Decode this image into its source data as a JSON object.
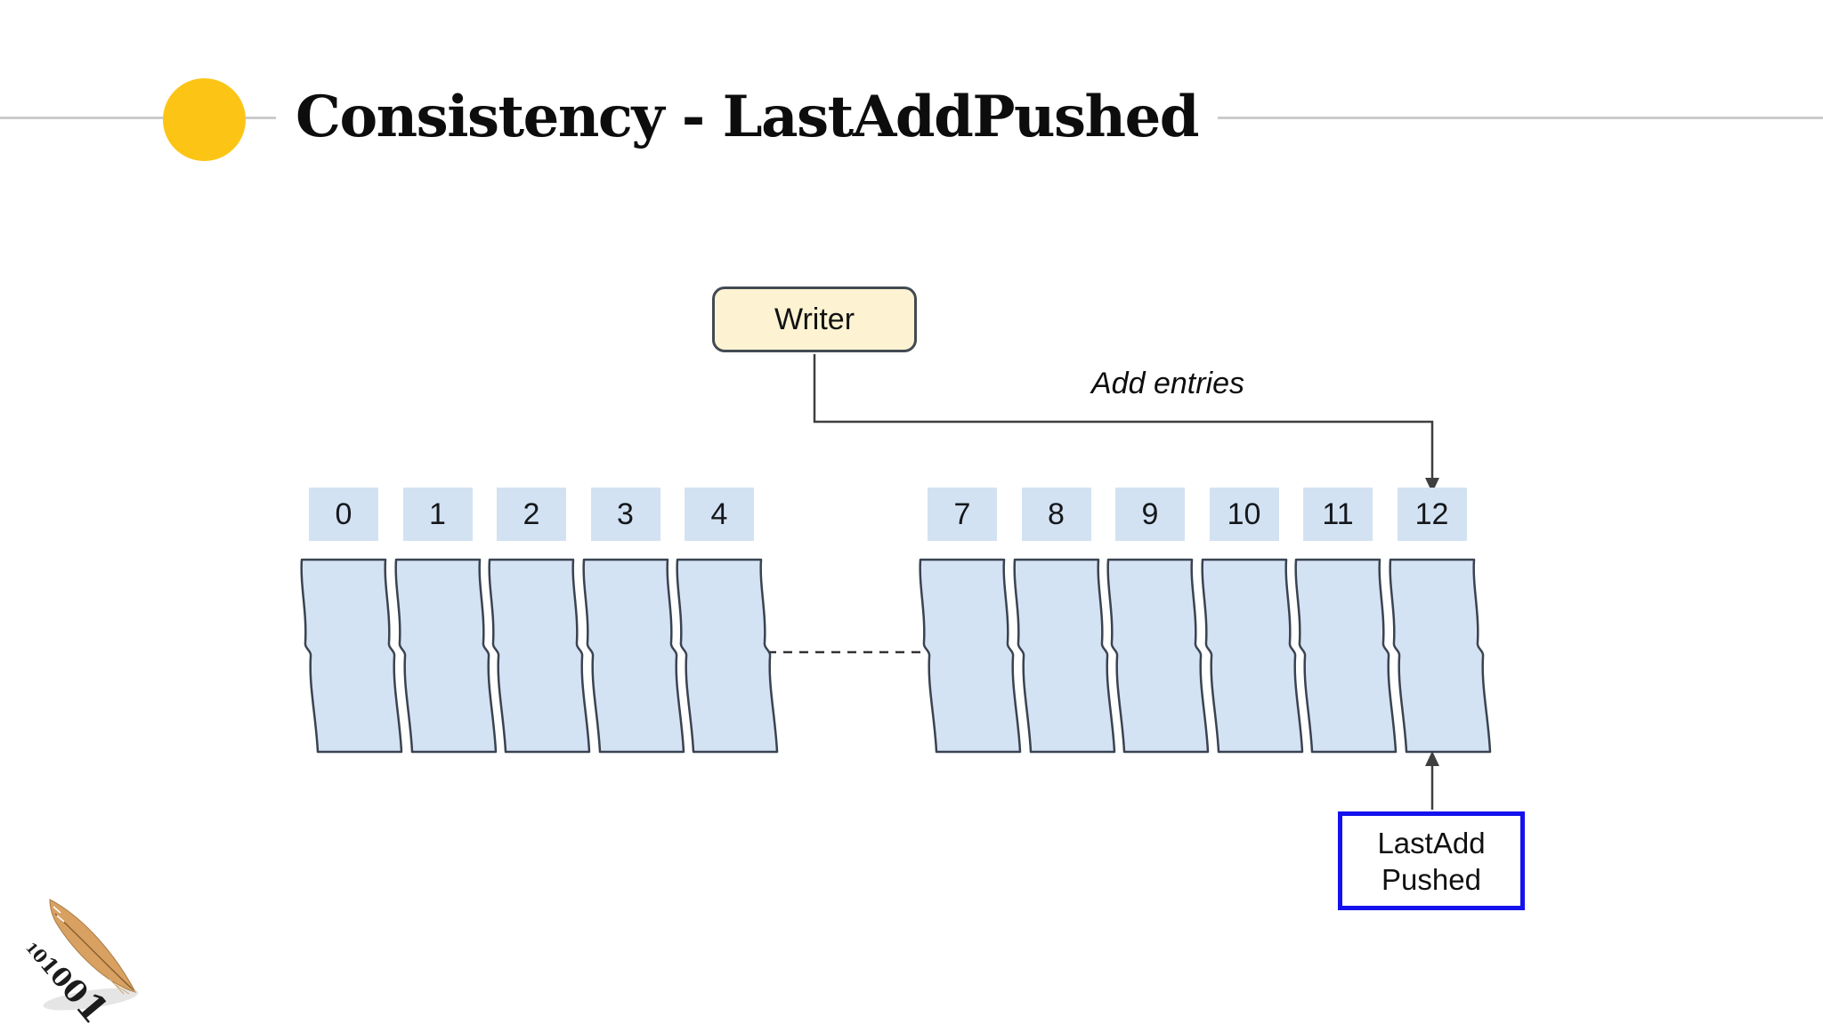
{
  "slide": {
    "title": "Consistency - LastAddPushed",
    "accent_color": "#fcc515",
    "divider_color": "#cbcbcb"
  },
  "diagram": {
    "writer_label": "Writer",
    "writer_fill": "#fdf3d2",
    "add_entries_label": "Add entries",
    "left_entries": [
      "0",
      "1",
      "2",
      "3",
      "4"
    ],
    "right_entries": [
      "7",
      "8",
      "9",
      "10",
      "11",
      "12"
    ],
    "entry_fill": "#d3e2f2",
    "segment_fill": "#d4e3f4",
    "segment_stroke": "#3a4350",
    "connector_color": "#3f3f3f",
    "lastadd_box": {
      "line1": "LastAdd",
      "line2": "Pushed",
      "border_color": "#1411ee"
    }
  },
  "logo": {
    "binary": "101001",
    "feather_color": "#d8a162"
  }
}
